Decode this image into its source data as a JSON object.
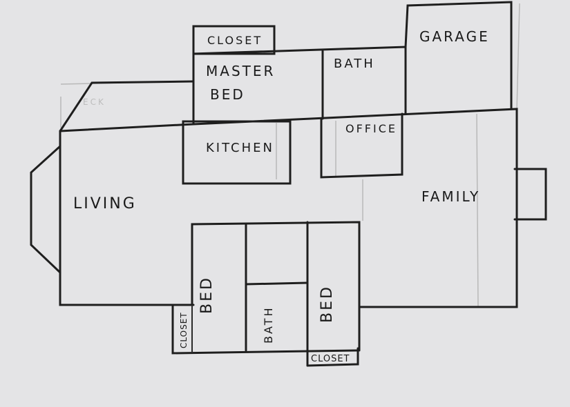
{
  "floorplan": {
    "rooms": {
      "closet_top": "CLOSET",
      "master_bed_line1": "MASTER",
      "master_bed_line2": "BED",
      "bath_top": "BATH",
      "garage": "GARAGE",
      "kitchen": "KITCHEN",
      "office": "OFFICE",
      "living": "LIVING",
      "family": "FAMILY",
      "bed_left": "BED",
      "bath_bottom": "BATH",
      "bed_right": "BED",
      "closet_left": "CLOSET",
      "closet_bottom": "CLOSET",
      "deck_erased": "ECK"
    },
    "colors": {
      "paper": "#e4e4e6",
      "ink": "#1e1e1e"
    }
  }
}
